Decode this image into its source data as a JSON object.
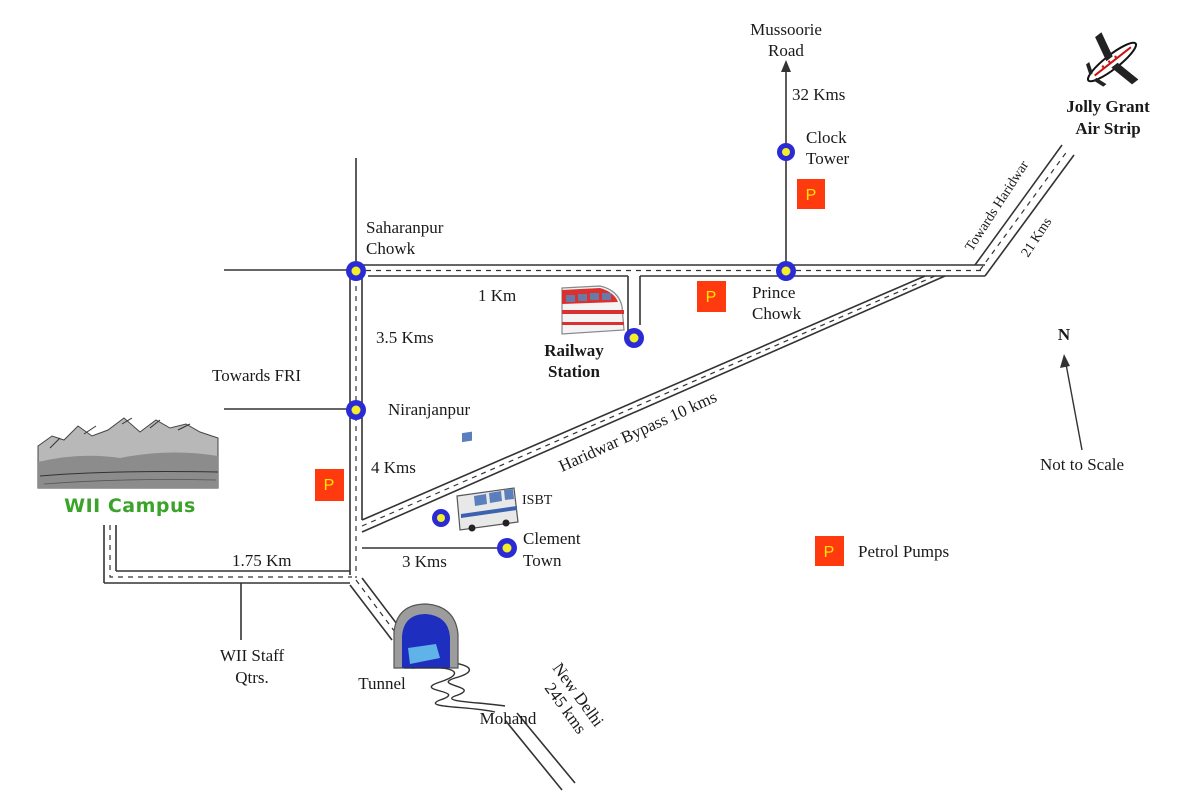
{
  "title": "",
  "colors": {
    "road": "#333333",
    "junction_ring": "#2b2bd6",
    "junction_center": "#f2ee2a",
    "petrol_pump": "#ff3a0f",
    "petrol_letter": "#ffe800",
    "campus_text": "#3aa32a"
  },
  "places": {
    "mussoorie": "Mussoorie",
    "mussoorie_road": "Road",
    "clock": "Clock",
    "tower": "Tower",
    "jolly_grant": "Jolly Grant",
    "air_strip": "Air Strip",
    "saharanpur": "Saharanpur",
    "chowk": "Chowk",
    "prince": "Prince",
    "prince_chowk": "Chowk",
    "railway": "Railway",
    "station": "Station",
    "towards_fri": "Towards FRI",
    "niranjanpur": "Niranjanpur",
    "isbt": "ISBT",
    "clement": "Clement",
    "town": "Town",
    "wii_campus": "WII Campus",
    "wii_staff": "WII Staff",
    "qtrs": "Qtrs.",
    "tunnel": "Tunnel",
    "mohand": "Mohand",
    "new_delhi": "New Delhi",
    "dist_245": "245 kms"
  },
  "distances": {
    "mussoorie_32": "32 Kms",
    "railway_1": "1 Km",
    "saharanpur_35": "3.5 Kms",
    "niranjanpur_4": "4 Kms",
    "clement_3": "3 Kms",
    "campus_175": "1.75 Km",
    "bypass": "Haridwar Bypass 10 kms",
    "towards_haridwar": "Towards Haridwar",
    "haridwar_21": "21 Kms"
  },
  "legend": {
    "pump_symbol": "P",
    "petrol_pumps": "Petrol Pumps",
    "north": "N",
    "not_to_scale": "Not to Scale"
  },
  "icons": [
    "airplane-icon",
    "train-icon",
    "bus-icon",
    "tunnel-icon",
    "mountains-icon",
    "north-arrow-icon",
    "petrol-pump-icon"
  ]
}
